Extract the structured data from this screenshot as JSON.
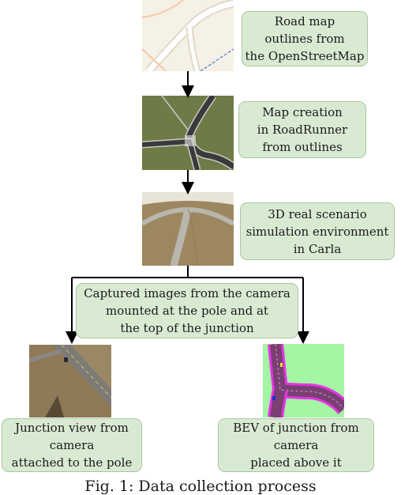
{
  "steps": [
    {
      "text": "Road map\noutlines from\nthe OpenStreetMap",
      "image": "openstreetmap-road-outline"
    },
    {
      "text": "Map creation\nin RoadRunner\nfrom outlines",
      "image": "roadrunner-junction-map"
    },
    {
      "text": "3D real scenario\nsimulation environment\nin Carla",
      "image": "carla-3d-environment"
    }
  ],
  "branch_label": "Captured images from the camera\nmounted at the pole and at\nthe top of the junction",
  "outputs": [
    {
      "text": "Junction view from\ncamera\nattached to the pole",
      "image": "pole-camera-view"
    },
    {
      "text": "BEV of junction from\ncamera\nplaced above it",
      "image": "bev-segmentation-view"
    }
  ],
  "caption": "Fig. 1: Data collection process",
  "colors": {
    "box_fill": "#d9ead3",
    "box_border": "#a9c7a0",
    "arrow": "#000000",
    "grass": "#a4f5a4",
    "road": "#7a3f73",
    "lane_edge": "#e633e6"
  }
}
